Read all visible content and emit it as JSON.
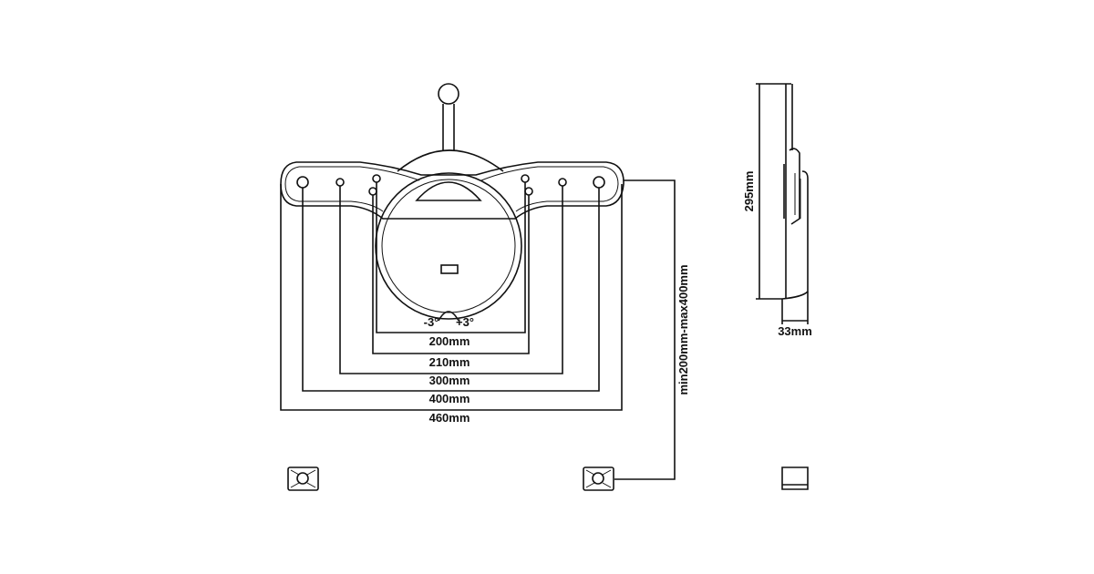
{
  "diagram": {
    "front_view": {
      "tilt": {
        "minus": "-3°",
        "plus": "+3°"
      },
      "widths": [
        "200mm",
        "210mm",
        "300mm",
        "400mm",
        "460mm"
      ],
      "vertical": "min200mm-max400mm"
    },
    "side_view": {
      "height": "295mm",
      "depth": "33mm"
    },
    "colors": {
      "line": "#111111",
      "background": "#ffffff"
    }
  }
}
